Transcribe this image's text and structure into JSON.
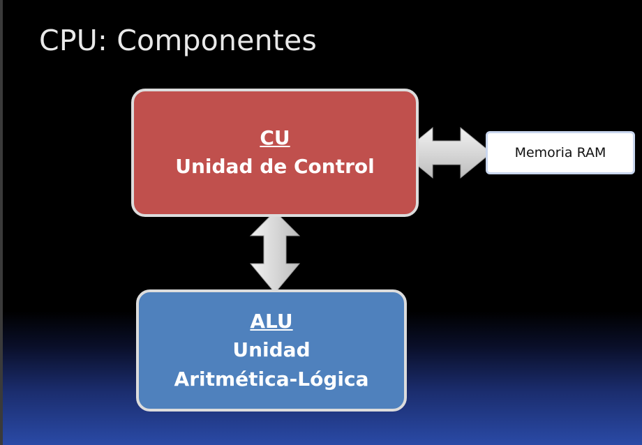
{
  "slide": {
    "title": "CPU: Componentes"
  },
  "diagram": {
    "cu": {
      "abbr": "CU",
      "name": "Unidad de Control",
      "fill_color": "#c0504d"
    },
    "alu": {
      "abbr": "ALU",
      "name_line1": "Unidad",
      "name_line2": "Aritmética-Lógica",
      "fill_color": "#4f81bd"
    },
    "ram": {
      "label": "Memoria RAM"
    },
    "arrow_color": "#d9d9d9"
  }
}
